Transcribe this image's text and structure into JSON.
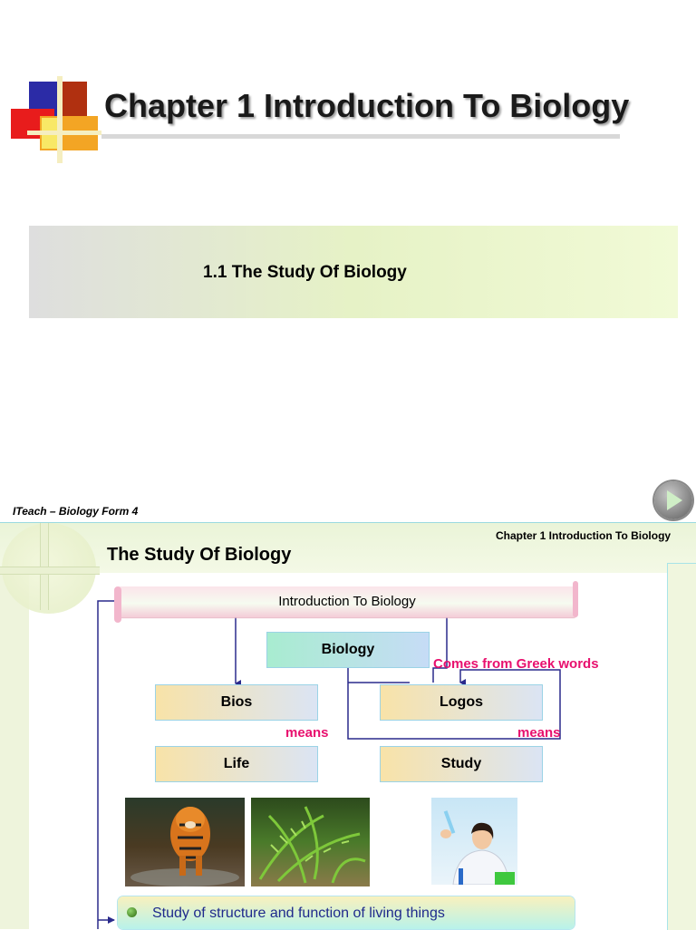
{
  "slide1": {
    "title": "Chapter 1 Introduction To Biology",
    "subtitle": "1.1 The Study Of Biology",
    "footer": "ITeach – Biology Form 4",
    "play_icon": "play-icon",
    "logo_colors": [
      "#2b2ba6",
      "#e02020",
      "#f0a020",
      "#f8e060",
      "#a02020"
    ]
  },
  "slide2": {
    "chapter_header": "Chapter 1 Introduction To Biology",
    "title": "The Study Of Biology",
    "banner": "Introduction To Biology",
    "boxes": {
      "biology": "Biology",
      "bios": "Bios",
      "logos": "Logos",
      "life": "Life",
      "study": "Study"
    },
    "annotations": {
      "greek": "Comes from Greek words",
      "means_left": "means",
      "means_right": "means"
    },
    "images": [
      "tiger-photo",
      "fern-photo",
      "scientist-photo"
    ],
    "bullet": "Study of structure and function of living things",
    "accent_pink": "#e8106e",
    "line_color": "#2a2a8c"
  }
}
